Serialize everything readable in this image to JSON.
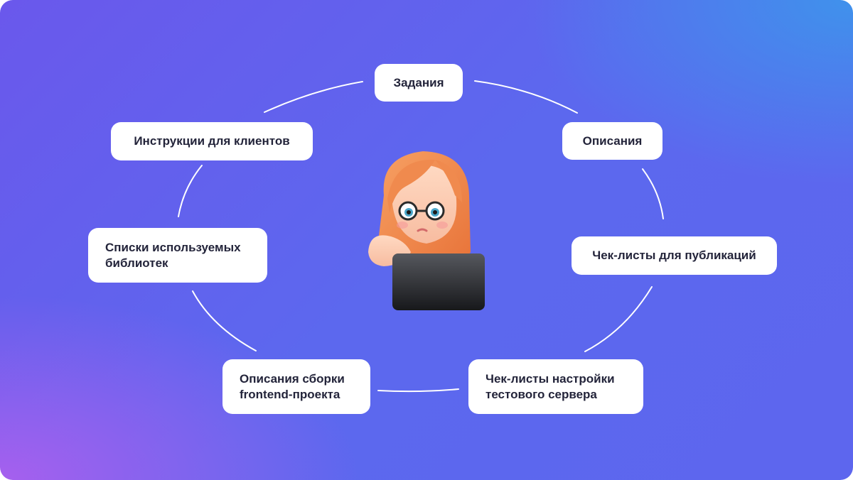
{
  "nodes": [
    {
      "key": "tasks",
      "label": "Задания"
    },
    {
      "key": "descriptions",
      "label": "Описания"
    },
    {
      "key": "publication_checklists",
      "label": "Чек-листы для публикаций"
    },
    {
      "key": "test_server_checklists",
      "label": "Чек-листы настройки тестового сервера"
    },
    {
      "key": "frontend_build_descriptions",
      "label": "Описания сборки frontend-проекта"
    },
    {
      "key": "library_lists",
      "label": "Списки используемых библиотек"
    },
    {
      "key": "client_instructions",
      "label": "Инструкции для клиентов"
    }
  ],
  "center": {
    "icon": "woman-with-laptop-icon"
  },
  "colors": {
    "background_left": "#A960EE",
    "background_right": "#3E94EC",
    "background_mid": "#6358EC",
    "card": "#FFFFFF",
    "text": "#23243A",
    "connector": "#FFFFFF"
  }
}
